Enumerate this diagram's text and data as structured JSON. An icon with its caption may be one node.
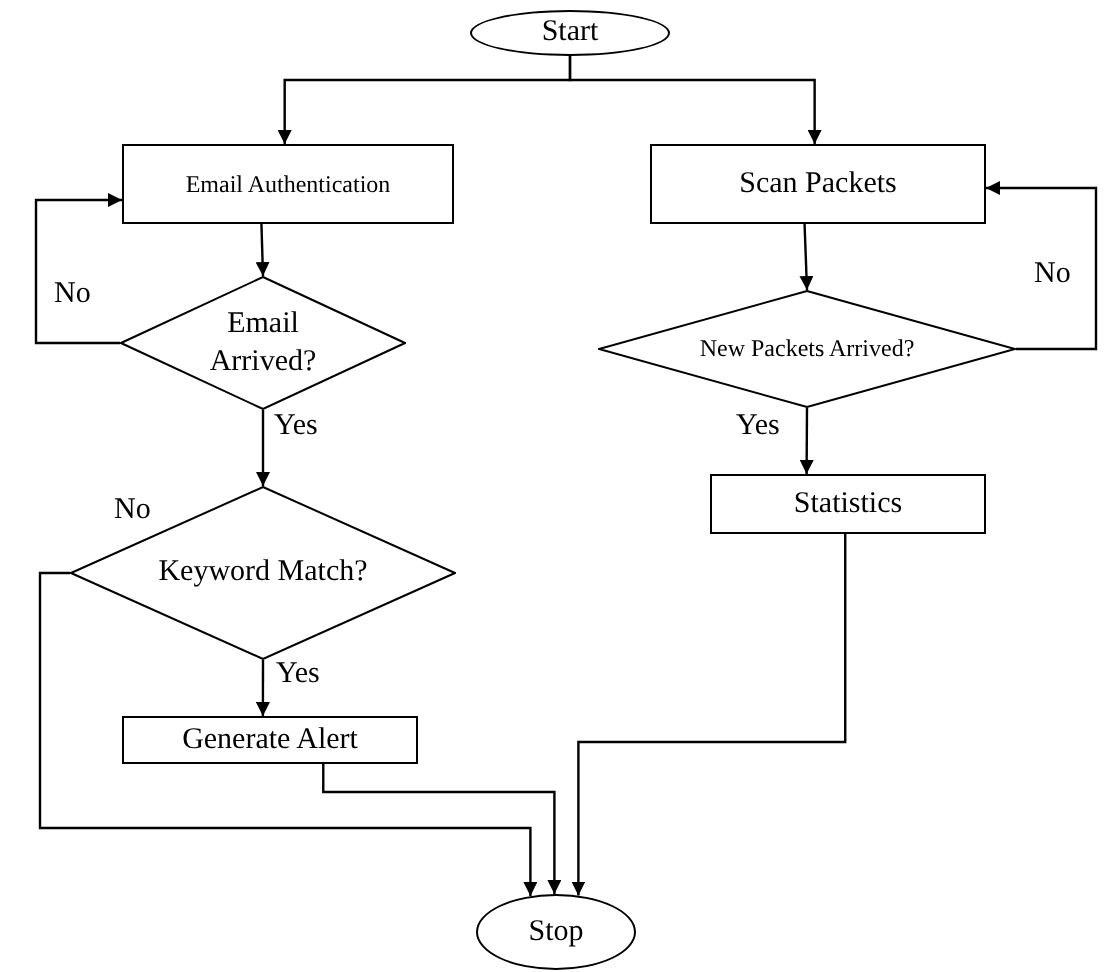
{
  "diagram": {
    "nodes": [
      {
        "text": [
          "Start"
        ]
      },
      {
        "text": [
          "Email Authentication"
        ]
      },
      {
        "text": [
          "Scan Packets"
        ]
      },
      {
        "text": [
          "Email Arrived?"
        ]
      },
      {
        "text": [
          "New Packets Arrived?"
        ]
      },
      {
        "text": [
          "Keyword Match?"
        ]
      },
      {
        "text": [
          "Statistics"
        ]
      },
      {
        "text": [
          "Generate Alert"
        ]
      },
      {
        "text": [
          "Stop"
        ]
      }
    ],
    "edges": [
      {
        "from": 0,
        "to": 1,
        "arrow": "to"
      },
      {
        "from": 0,
        "to": 2,
        "arrow": "to"
      },
      {
        "from": 1,
        "to": 3,
        "arrow": "to"
      },
      {
        "from": 3,
        "to": 1,
        "arrow": "to",
        "label": "No"
      },
      {
        "from": 3,
        "to": 5,
        "arrow": "to",
        "label": "Yes"
      },
      {
        "from": 2,
        "to": 4,
        "arrow": "to"
      },
      {
        "from": 4,
        "to": 2,
        "arrow": "to",
        "label": "No"
      },
      {
        "from": 4,
        "to": 6,
        "arrow": "to",
        "label": "Yes"
      },
      {
        "from": 5,
        "to": 7,
        "arrow": "to",
        "label": "Yes"
      },
      {
        "from": 5,
        "to": 8,
        "arrow": "to",
        "label": "No"
      },
      {
        "from": 7,
        "to": 8,
        "arrow": "to"
      },
      {
        "from": 6,
        "to": 8,
        "arrow": "to"
      }
    ]
  }
}
